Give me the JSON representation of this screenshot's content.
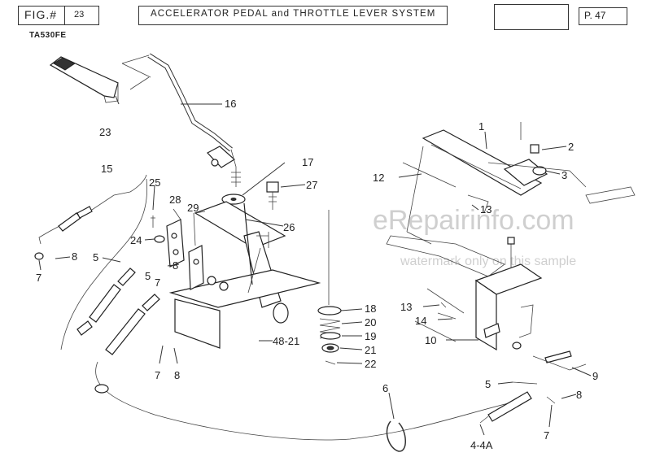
{
  "header": {
    "fig_label": "FIG.#",
    "fig_number": "23",
    "title": "ACCELERATOR PEDAL and THROTTLE LEVER SYSTEM",
    "page": "P. 47",
    "model": "TA530FE"
  },
  "watermark": {
    "site": "eRepairinfo.com",
    "note": "watermark only on this sample"
  },
  "callouts": {
    "c1": "1",
    "c2": "2",
    "c3": "3",
    "c4a": "4-4A",
    "c5a": "5",
    "c5b": "5",
    "c5c": "5",
    "c6": "6",
    "c7a": "7",
    "c7b": "7",
    "c7c": "7",
    "c7d": "7",
    "c8a": "8",
    "c8b": "8",
    "c8c": "8",
    "c8d": "8",
    "c9": "9",
    "c10": "10",
    "c12": "12",
    "c13a": "13",
    "c13b": "13",
    "c14": "14",
    "c15": "15",
    "c16": "16",
    "c17": "17",
    "c18": "18",
    "c19": "19",
    "c20": "20",
    "c21": "21",
    "c22": "22",
    "c23": "23",
    "c24": "24",
    "c25": "25",
    "c26": "26",
    "c27": "27",
    "c28": "28",
    "c29": "29",
    "c48": "48-21"
  }
}
